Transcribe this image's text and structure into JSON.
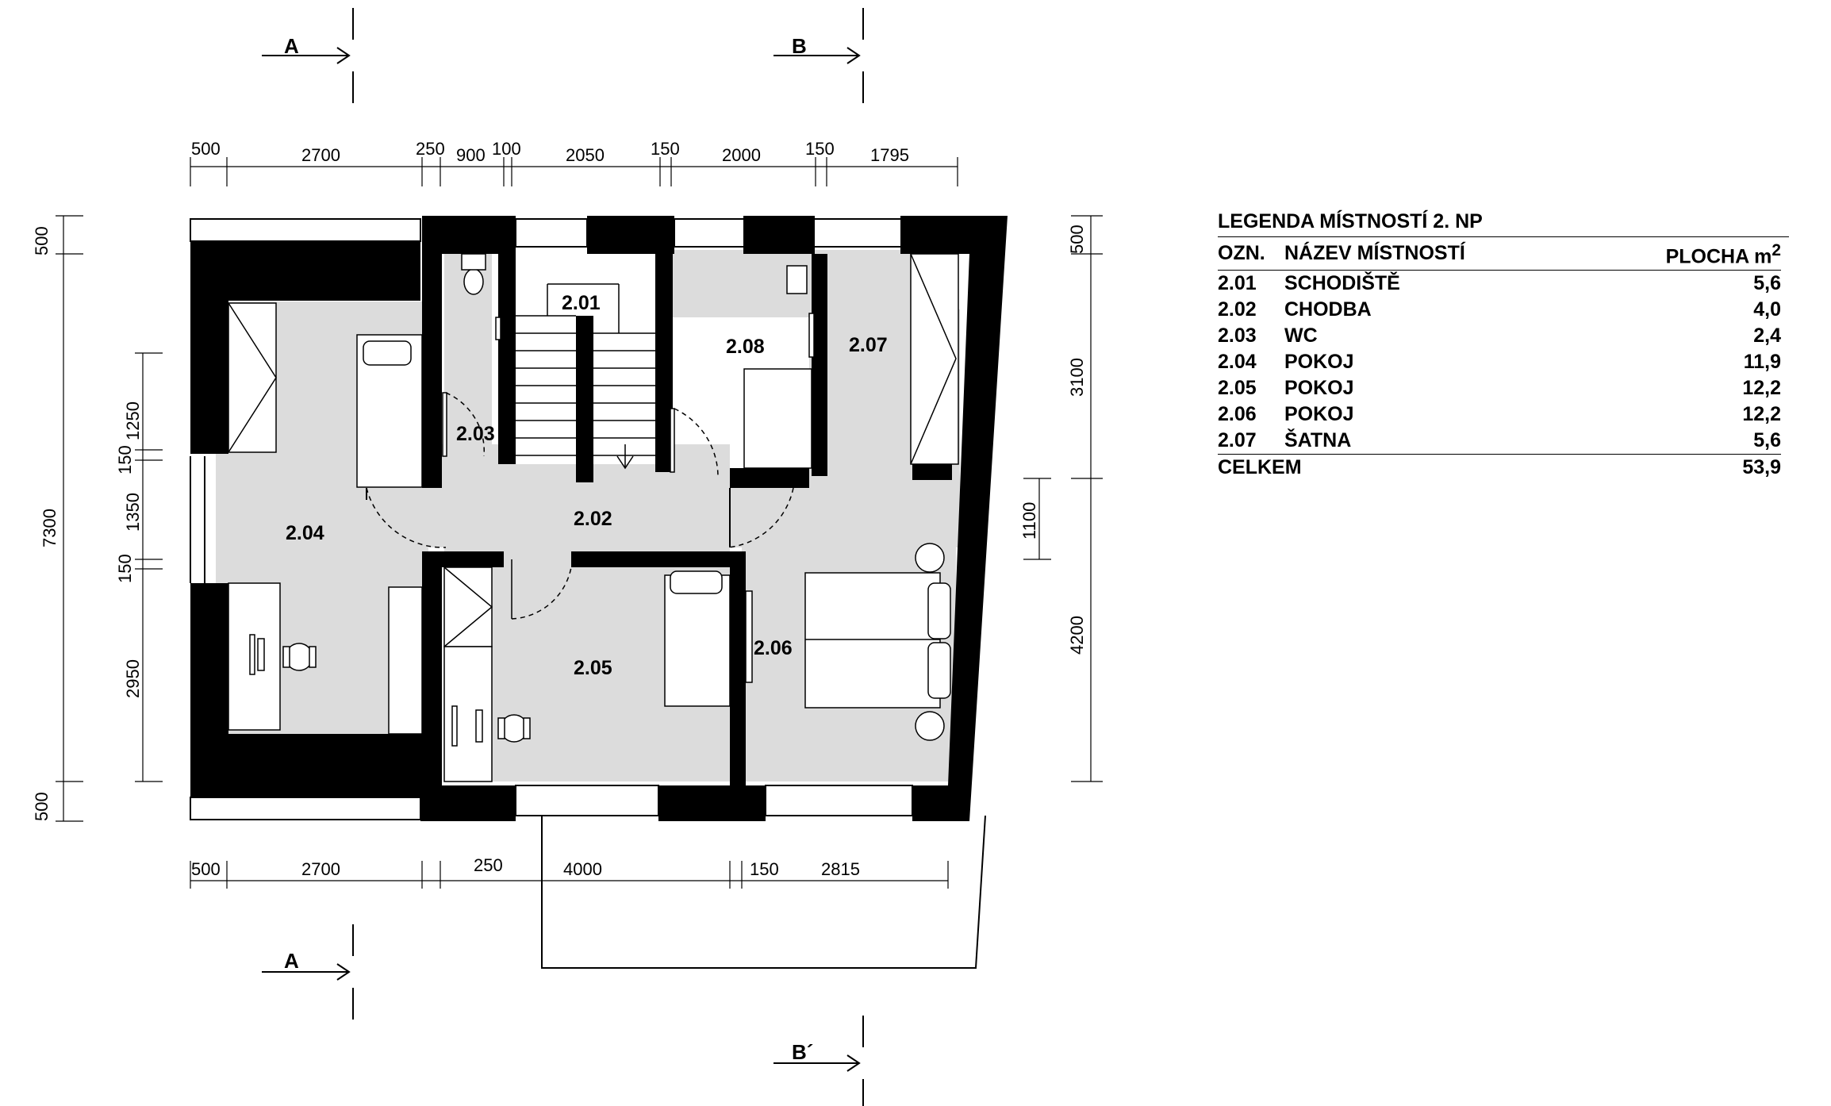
{
  "sections": {
    "a_top": "A",
    "a_bottom": "A",
    "b_top": "B",
    "b_bottom": "B´"
  },
  "dimensions": {
    "top": [
      "500",
      "2700",
      "250",
      "900",
      "100",
      "2050",
      "150",
      "2000",
      "150",
      "1795"
    ],
    "bottom": [
      "500",
      "2700",
      "250",
      "4000",
      "150",
      "2815"
    ],
    "left": [
      "500",
      "1250",
      "150",
      "1350",
      "150",
      "2950",
      "500"
    ],
    "left_total": "7300",
    "right": [
      "500",
      "3100",
      "1100",
      "4200"
    ]
  },
  "rooms": [
    {
      "id": "2.01"
    },
    {
      "id": "2.02"
    },
    {
      "id": "2.03"
    },
    {
      "id": "2.04"
    },
    {
      "id": "2.05"
    },
    {
      "id": "2.06"
    },
    {
      "id": "2.07"
    },
    {
      "id": "2.08"
    }
  ],
  "legend": {
    "title": "LEGENDA MÍSTNOSTÍ 2. NP",
    "header": {
      "code": "OZN.",
      "name": "NÁZEV MÍSTNOSTÍ",
      "area": "PLOCHA m",
      "area_sup": "2"
    },
    "rows": [
      {
        "code": "2.01",
        "name": "SCHODIŠTĚ",
        "area": "5,6"
      },
      {
        "code": "2.02",
        "name": "CHODBA",
        "area": "4,0"
      },
      {
        "code": "2.03",
        "name": "WC",
        "area": "2,4"
      },
      {
        "code": "2.04",
        "name": "POKOJ",
        "area": "11,9"
      },
      {
        "code": "2.05",
        "name": "POKOJ",
        "area": "12,2"
      },
      {
        "code": "2.06",
        "name": "POKOJ",
        "area": "12,2"
      },
      {
        "code": "2.07",
        "name": "ŠATNA",
        "area": "5,6"
      }
    ],
    "total": {
      "label": "CELKEM",
      "area": "53,9"
    }
  }
}
